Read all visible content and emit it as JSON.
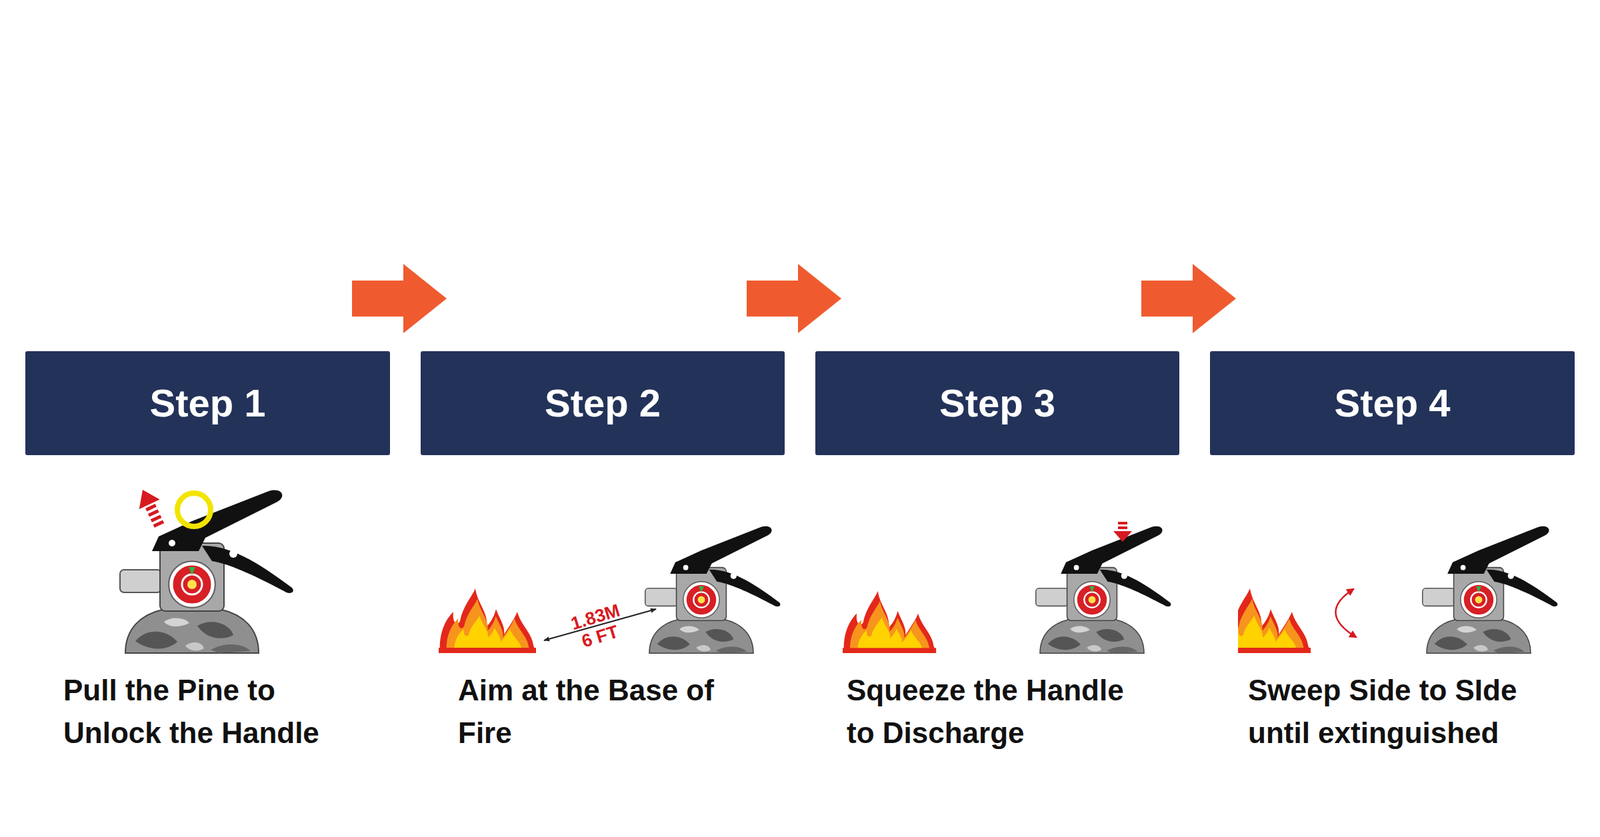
{
  "diagram": {
    "nodes": [
      {
        "text": [
          "Step 1"
        ]
      },
      {
        "text": [
          "Step 2"
        ]
      },
      {
        "text": [
          "Step 3"
        ]
      },
      {
        "text": [
          "Step 4"
        ]
      }
    ],
    "edges": [
      {
        "from": 0,
        "to": 1,
        "arrow": "to"
      },
      {
        "from": 1,
        "to": 2,
        "arrow": "to"
      },
      {
        "from": 2,
        "to": 3,
        "arrow": "to"
      }
    ],
    "labels": [
      "1.83M",
      "6 FT",
      "Pull the Pine to Unlock the Handle",
      "Aim at the Base of Fire",
      "Squeeze the Handle to Discharge",
      "Sweep Side to SIde until extinguished"
    ]
  }
}
